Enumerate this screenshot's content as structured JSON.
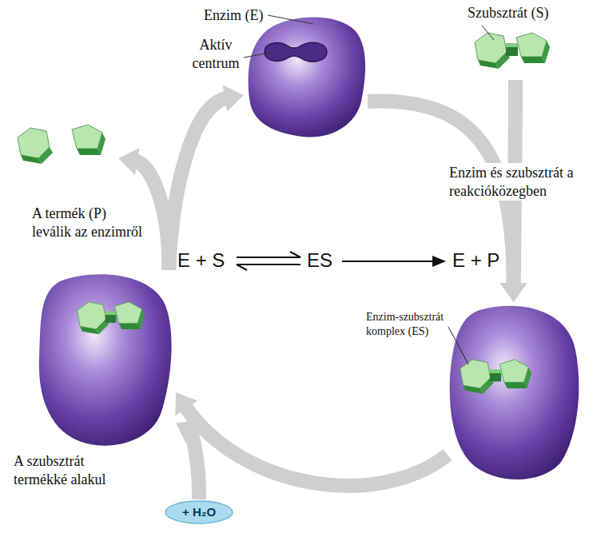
{
  "diagram": {
    "nodes": [
      {
        "text": [
          "Enzim (E)",
          "Aktív centrum"
        ]
      },
      {
        "text": [
          "Szubsztrát (S)"
        ]
      },
      {
        "text": [
          "Enzim-szubsztrát komplex (ES)"
        ]
      },
      {
        "text": [
          "A szubsztrát termékké alakul"
        ]
      },
      {
        "text": [
          "A termék (P) leválik az enzimről"
        ]
      },
      {
        "text": [
          "+ H₂O"
        ]
      }
    ],
    "edges": [
      {
        "from": 1,
        "to": 2,
        "arrow": "to",
        "label": "Enzim és szubsztrát a reakcióközegben"
      },
      {
        "from": 0,
        "to": 2,
        "arrow": "to"
      },
      {
        "from": 2,
        "to": 3,
        "arrow": "to"
      },
      {
        "from": 5,
        "to": 3,
        "arrow": "to"
      },
      {
        "from": 3,
        "to": 0,
        "arrow": "to"
      },
      {
        "from": 3,
        "to": 4,
        "arrow": "to"
      }
    ],
    "labels": [
      "E + S",
      "ES",
      "E + P"
    ]
  }
}
